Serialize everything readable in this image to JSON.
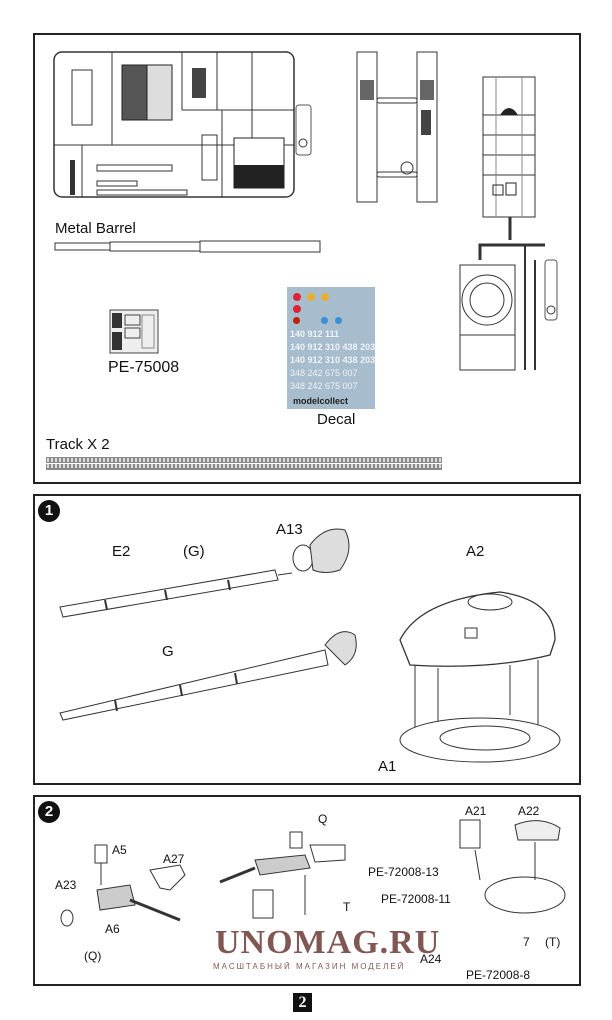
{
  "parts_panel": {
    "metal_barrel_label": "Metal Barrel",
    "photo_etch_label": "PE-75008",
    "decal_label": "Decal",
    "track_label": "Track X 2",
    "decal_sheet": {
      "rows": [
        "140      912       111",
        "140 912 310 438 203",
        "140 912 310 438 203",
        "348 242 675 007",
        "348 242 675 007"
      ],
      "brand": "modelcollect",
      "accent_color": "#a7bccc"
    }
  },
  "step1": {
    "step_number": "1",
    "callouts": {
      "e2": "E2",
      "g_ref": "(G)",
      "a13": "A13",
      "a2": "A2",
      "g": "G",
      "a1": "A1"
    }
  },
  "step2": {
    "step_number": "2",
    "callouts": {
      "a5": "A5",
      "a27": "A27",
      "a23": "A23",
      "a6": "A6",
      "q_ref": "(Q)",
      "q": "Q",
      "t": "T",
      "a21": "A21",
      "a22": "A22",
      "pe13": "PE-72008-13",
      "pe11": "PE-72008-11",
      "a24": "A24",
      "pe8": "PE-72008-8",
      "a7": "7",
      "t_ref": "(T)"
    }
  },
  "watermark": {
    "text": "UNOMAG.RU",
    "subtitle": "МАСШТАБНЫЙ МАГАЗИН МОДЕЛЕЙ",
    "color": "#6b3a35"
  },
  "page_number": "2"
}
